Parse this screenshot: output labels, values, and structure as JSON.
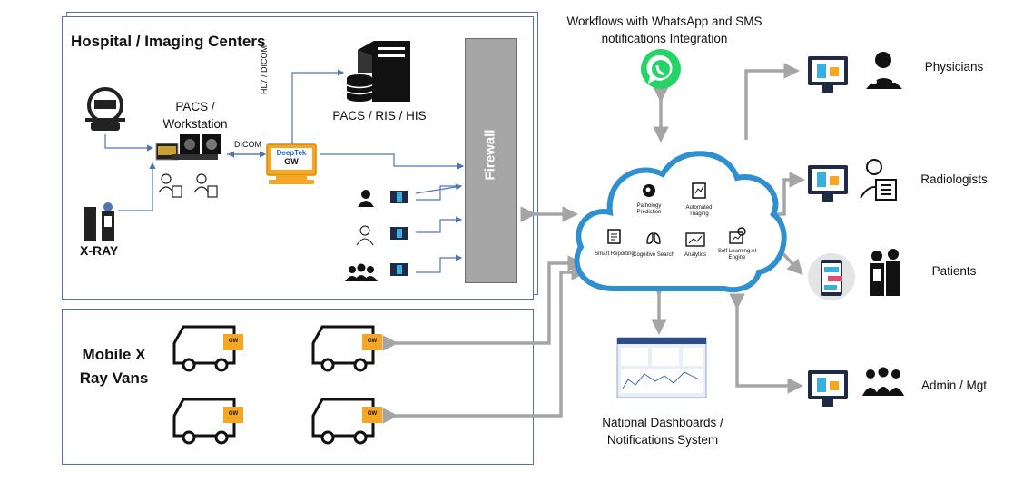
{
  "hospital": {
    "title": "Hospital / Imaging Centers",
    "pacs_workstation": "PACS / Workstation",
    "pacs_ris_his": "PACS / RIS / HIS",
    "xray": "X-RAY",
    "dicom": "DICOM",
    "hl7_dicom": "HL7 / DICOM",
    "gateway_brand": "DeepTek",
    "gateway_label": "GW",
    "firewall": "Firewall"
  },
  "vans": {
    "title": "Mobile X Ray Vans",
    "unit_label": "GW"
  },
  "whatsapp": {
    "title": "Workflows with WhatsApp and SMS notifications Integration"
  },
  "cloud": {
    "features": [
      {
        "label": "Pathology Prediction",
        "icon": "head-gear-icon"
      },
      {
        "label": "Automated Triaging",
        "icon": "triage-icon"
      },
      {
        "label": "Smart Reporting",
        "icon": "report-icon"
      },
      {
        "label": "Cognitive Search",
        "icon": "lungs-search-icon"
      },
      {
        "label": "Analytics",
        "icon": "analytics-icon"
      },
      {
        "label": "Self Learning AI Engine",
        "icon": "ai-gear-icon"
      }
    ]
  },
  "dashboard": {
    "title": "National Dashboards / Notifications System"
  },
  "right": {
    "physicians": "Physicians",
    "radiologists": "Radiologists",
    "patients": "Patients",
    "admin": "Admin / Mgt"
  }
}
